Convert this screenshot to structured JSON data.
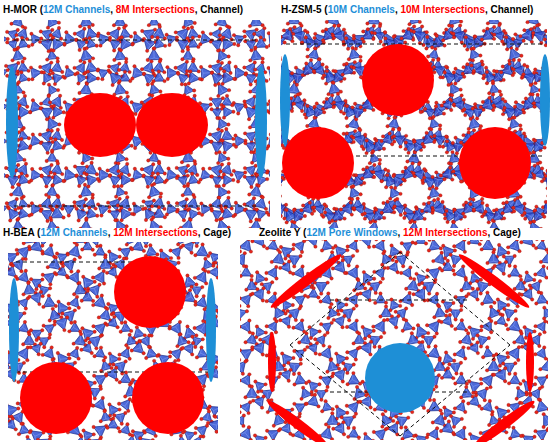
{
  "diagram": {
    "labels": [
      "H-MOR (12M Channels, 8M Intersections, Channel)",
      "H-ZSM-5 (10M Channels, 10M Intersections, Channel)",
      "H-BEA (12M Channels, 12M Intersections, Cage)",
      "Zeolite Y (12M Pore Windows, 12M Intersections, Cage)"
    ]
  }
}
